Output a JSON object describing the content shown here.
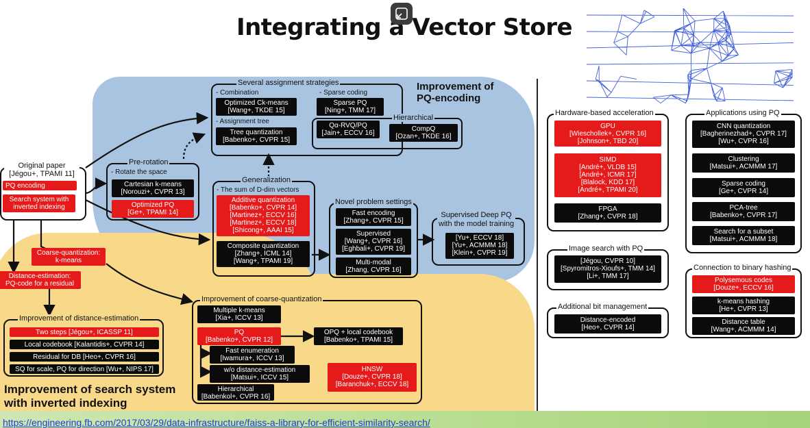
{
  "title": "Integrating a Vector Store",
  "source_link": "https://engineering.fb.com/2017/03/29/data-infrastructure/faiss-a-library-for-efficient-similarity-search/",
  "headings": {
    "pq_encoding": [
      "Improvement of",
      "PQ-encoding"
    ],
    "search_system": [
      "Improvement of search system",
      "with inverted indexing"
    ]
  },
  "original": {
    "label": [
      "Original paper",
      "[Jégou+, TPAMI 11]"
    ],
    "pq_encoding": "PQ encoding",
    "search_system": [
      "Search system with",
      "inverted indexing"
    ]
  },
  "prerotation": {
    "title": "Pre-rotation",
    "sub": "- Rotate the space",
    "cartesian": [
      "Cartesian k-means",
      "[Norouzi+, CVPR 13]"
    ],
    "opq": [
      "Optimized PQ",
      "[Ge+, TPAMI 14]"
    ]
  },
  "assignment": {
    "title": "Several assignment strategies",
    "combination": "- Combination",
    "ockmeans": [
      "Optimized Ck-means",
      "[Wang+, TKDE 15]"
    ],
    "sparse_coding_label": "- Sparse coding",
    "sparse_pq": [
      "Sparse PQ",
      "[Ning+, TMM 17]"
    ],
    "assignment_tree": "- Assignment tree",
    "tree_quant": [
      "Tree quantization",
      "[Babenko+, CVPR 15]"
    ],
    "qa_rvq": [
      "Qα-RVQ/PQ",
      "[Jain+, ECCV 16]"
    ],
    "hierarchical": "Hierarchical",
    "comp_q": [
      "CompQ",
      "[Ozan+, TKDE 16]"
    ]
  },
  "generalization": {
    "title": "Generalization",
    "sub": "- The sum of D-dim vectors",
    "additive": [
      "Additive quantization",
      "[Babenko+, CVPR 14]",
      "[Martinez+, ECCV 16]",
      "[Martinez+, ECCV 18]",
      "[Shicong+, AAAI 15]"
    ],
    "composite": [
      "Composite quantization",
      "[Zhang+, ICML 14]",
      "[Wang+, TPAMI 19]"
    ]
  },
  "novel": {
    "title": "Novel problem settings",
    "fast_encoding": [
      "Fast encoding",
      "[Zhang+, CVPR 15]"
    ],
    "supervised": [
      "Supervised",
      "[Wang+, CVPR 16]",
      "[Eghbali+, CVPR 19]"
    ],
    "multimodal": [
      "Multi-modal",
      "[Zhang, CVPR 16]"
    ]
  },
  "supervised_deep": {
    "title": [
      "Supervised Deep PQ",
      "with the model training"
    ],
    "refs": [
      "[Yu+, ECCV 18]",
      "[Yu+, ACMMM 18]",
      "[Klein+, CVPR 19]"
    ]
  },
  "coarse": {
    "label": [
      "Coarse-quantization:",
      "k-means"
    ],
    "distance": [
      "Distance-estimation:",
      "PQ-code for a residual"
    ]
  },
  "distance_improvement": {
    "title": "Improvement of distance-estimation",
    "two_steps": "Two steps [Jégou+, ICASSP 11]",
    "local_codebook": "Local codebook [Kalantidis+, CVPR 14]",
    "residual": "Residual for DB [Heo+, CVPR 16]",
    "sq": "SQ for scale, PQ for direction [Wu+, NIPS 17]"
  },
  "coarse_improvement": {
    "title": "Improvement of coarse-quantization",
    "multiple": [
      "Multiple k-means",
      "[Xia+, ICCV 13]"
    ],
    "pq": [
      "PQ",
      "[Babenko+, CVPR 12]"
    ],
    "opq_local": [
      "OPQ + local codebook",
      "[Babenko+, TPAMI 15]"
    ],
    "fast_enum": [
      "Fast enumeration",
      "[Iwamura+, ICCV 13]"
    ],
    "wo_distance": [
      "w/o distance-estimation",
      "[Matsui+, ICCV 15]"
    ],
    "hierarchical": [
      "Hierarchical",
      "[Babenkol+, CVPR 16]"
    ],
    "hnsw": [
      "HNSW",
      "[Douze+, CVPR 18]",
      "[Baranchuk+, ECCV 18]"
    ]
  },
  "hardware": {
    "title": "Hardware-based acceleration",
    "gpu": [
      "GPU",
      "[Wieschollek+, CVPR 16]",
      "[Johnson+, TBD 20]"
    ],
    "simd": [
      "SIMD",
      "[André+, VLDB 15]",
      "[André+, ICMR 17]",
      "[Blalock, KDD 17]",
      "[André+, TPAMI 20]"
    ],
    "fpga": [
      "FPGA",
      "[Zhang+, CVPR 18]"
    ]
  },
  "applications": {
    "title": "Applications using PQ",
    "cnn": [
      "CNN quantization",
      "[Bagherinezhad+, CVPR 17]",
      "[Wu+, CVPR 16]"
    ],
    "clustering": [
      "Clustering",
      "[Matsui+, ACMMM 17]"
    ],
    "sparse": [
      "Sparse coding",
      "[Ge+, CVPR 14]"
    ],
    "pca_tree": [
      "PCA-tree",
      "[Babenko+, CVPR 17]"
    ],
    "subset": [
      "Search for a subset",
      "[Matsui+, ACMMM 18]"
    ]
  },
  "image_search": {
    "title": "Image search with PQ",
    "refs": [
      "[Jégou, CVPR 10]",
      "[Spyromitros-Xioufs+, TMM 14]",
      "[Li+, TMM 17]"
    ]
  },
  "additional_bit": {
    "title": "Additional bit management",
    "refs": [
      "Distance-encoded",
      "[Heo+, CVPR 14]"
    ]
  },
  "binary_hashing": {
    "title": "Connection to binary hashing",
    "polysemous": [
      "Polysemous codes",
      "[Douze+, ECCV 16]"
    ],
    "kmeans_hashing": [
      "k-means hashing",
      "[He+, CVPR 13]"
    ],
    "distance_table": [
      "Distance table",
      "[Wang+, ACMMM 14]"
    ]
  },
  "colors": {
    "red": "#e51b1b",
    "black": "#0b0b0b",
    "blue_region": "#a9c4e0",
    "yellow_region": "#f8d98a"
  }
}
